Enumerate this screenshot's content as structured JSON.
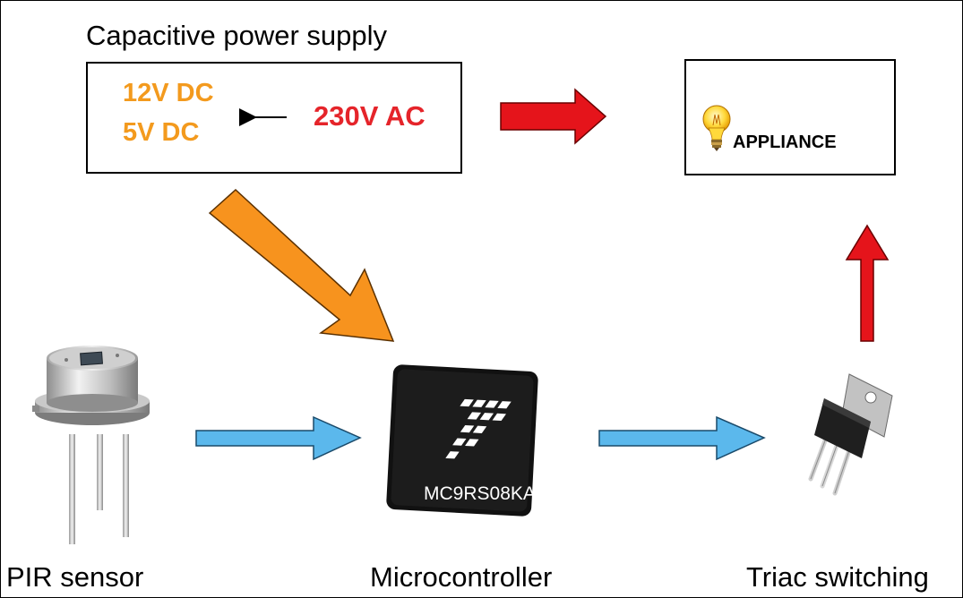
{
  "power_supply": {
    "title": "Capacitive power supply",
    "dc_line1": "12V DC",
    "dc_line2": "5V DC",
    "ac_label": "230V AC"
  },
  "appliance": {
    "label": "APPLIANCE",
    "icon": "light-bulb-icon"
  },
  "components": {
    "sensor_caption": "PIR sensor",
    "microcontroller_caption": "Microcontroller",
    "triac_caption": "Triac switching",
    "chip_label": "MC9RS08KA",
    "chip_logo": "freescale-logo"
  },
  "colors": {
    "dc_text": "#f39a1e",
    "ac_text": "#e5242a",
    "red_arrow": "#e5141b",
    "orange_arrow": "#f7931e",
    "blue_arrow": "#5bb8ec",
    "chip_body": "#111111"
  }
}
